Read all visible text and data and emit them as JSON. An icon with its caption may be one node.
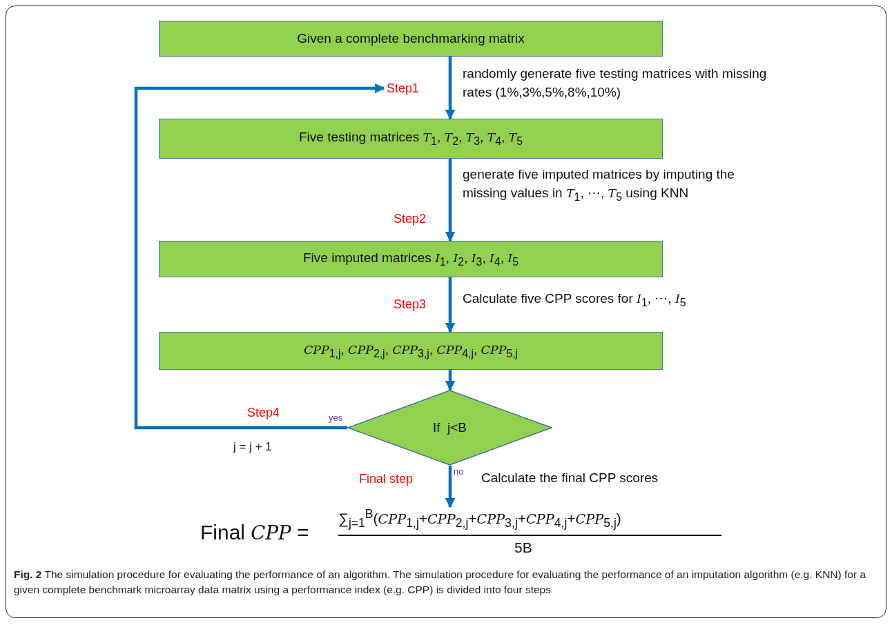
{
  "diagram": {
    "caption": "**Fig. 2** The simulation procedure for evaluating the performance of an algorithm. The simulation procedure for evaluating the performance of an imputation algorithm (e.g. KNN) for a given complete benchmark microarray data matrix using a performance index (e.g. CPP) is divided into four steps",
    "nodes": [
      {
        "text": [
          "Given a complete benchmarking matrix"
        ]
      },
      {
        "text": [
          "Step1"
        ]
      },
      {
        "text": [
          "Five testing matrices *T*$_{1}$, *T*$_{2}$, *T*$_{3}$, *T*$_{4}$, *T*$_{5}$"
        ]
      },
      {
        "text": [
          "Five imputed matrices *I*$_{1}$, *I*$_{2}$, *I*$_{3}$, *I*$_{4}$, *I*$_{5}$"
        ]
      },
      {
        "text": [
          "*CPP*$_{1,j}$, *CPP*$_{2,j}$, *CPP*$_{3,j}$, *CPP*$_{4,j}$, *CPP*$_{5,j}$"
        ]
      },
      {
        "text": [
          "If  j<B"
        ]
      },
      {
        "text": [
          "Final *CPP* =",
          "∑$_{j=1}$$^{B}$(*CPP*$_{1,j}$+*CPP*$_{2,j}$+*CPP*$_{3,j}$+*CPP*$_{4,j}$+*CPP*$_{5,j}$)",
          "5B"
        ]
      }
    ],
    "edges": [
      {
        "from": 0,
        "to": 2,
        "arrow": "to",
        "label": "randomly generate five testing matrices with missing rates (1%,3%,5%,8%,10%)"
      },
      {
        "from": 2,
        "to": 3,
        "arrow": "to",
        "label": "generate five imputed matrices by imputing the missing values in *T*$_{1}$, ⋯, *T*$_{5}$  using KNN"
      },
      {
        "from": 3,
        "to": 4,
        "arrow": "to",
        "label": "Calculate five CPP scores for *I*$_{1}$, ⋯, *I*$_{5}$"
      },
      {
        "from": 4,
        "to": 5,
        "arrow": "to"
      },
      {
        "from": 5,
        "to": 6,
        "arrow": "to",
        "label": "Calculate the final CPP scores"
      },
      {
        "from": 5,
        "to": 1,
        "arrow": "to",
        "label": "Step4"
      }
    ],
    "labels": [
      "Step2",
      "Step3",
      "yes",
      "j = j + 1",
      "no",
      "Final step"
    ]
  }
}
